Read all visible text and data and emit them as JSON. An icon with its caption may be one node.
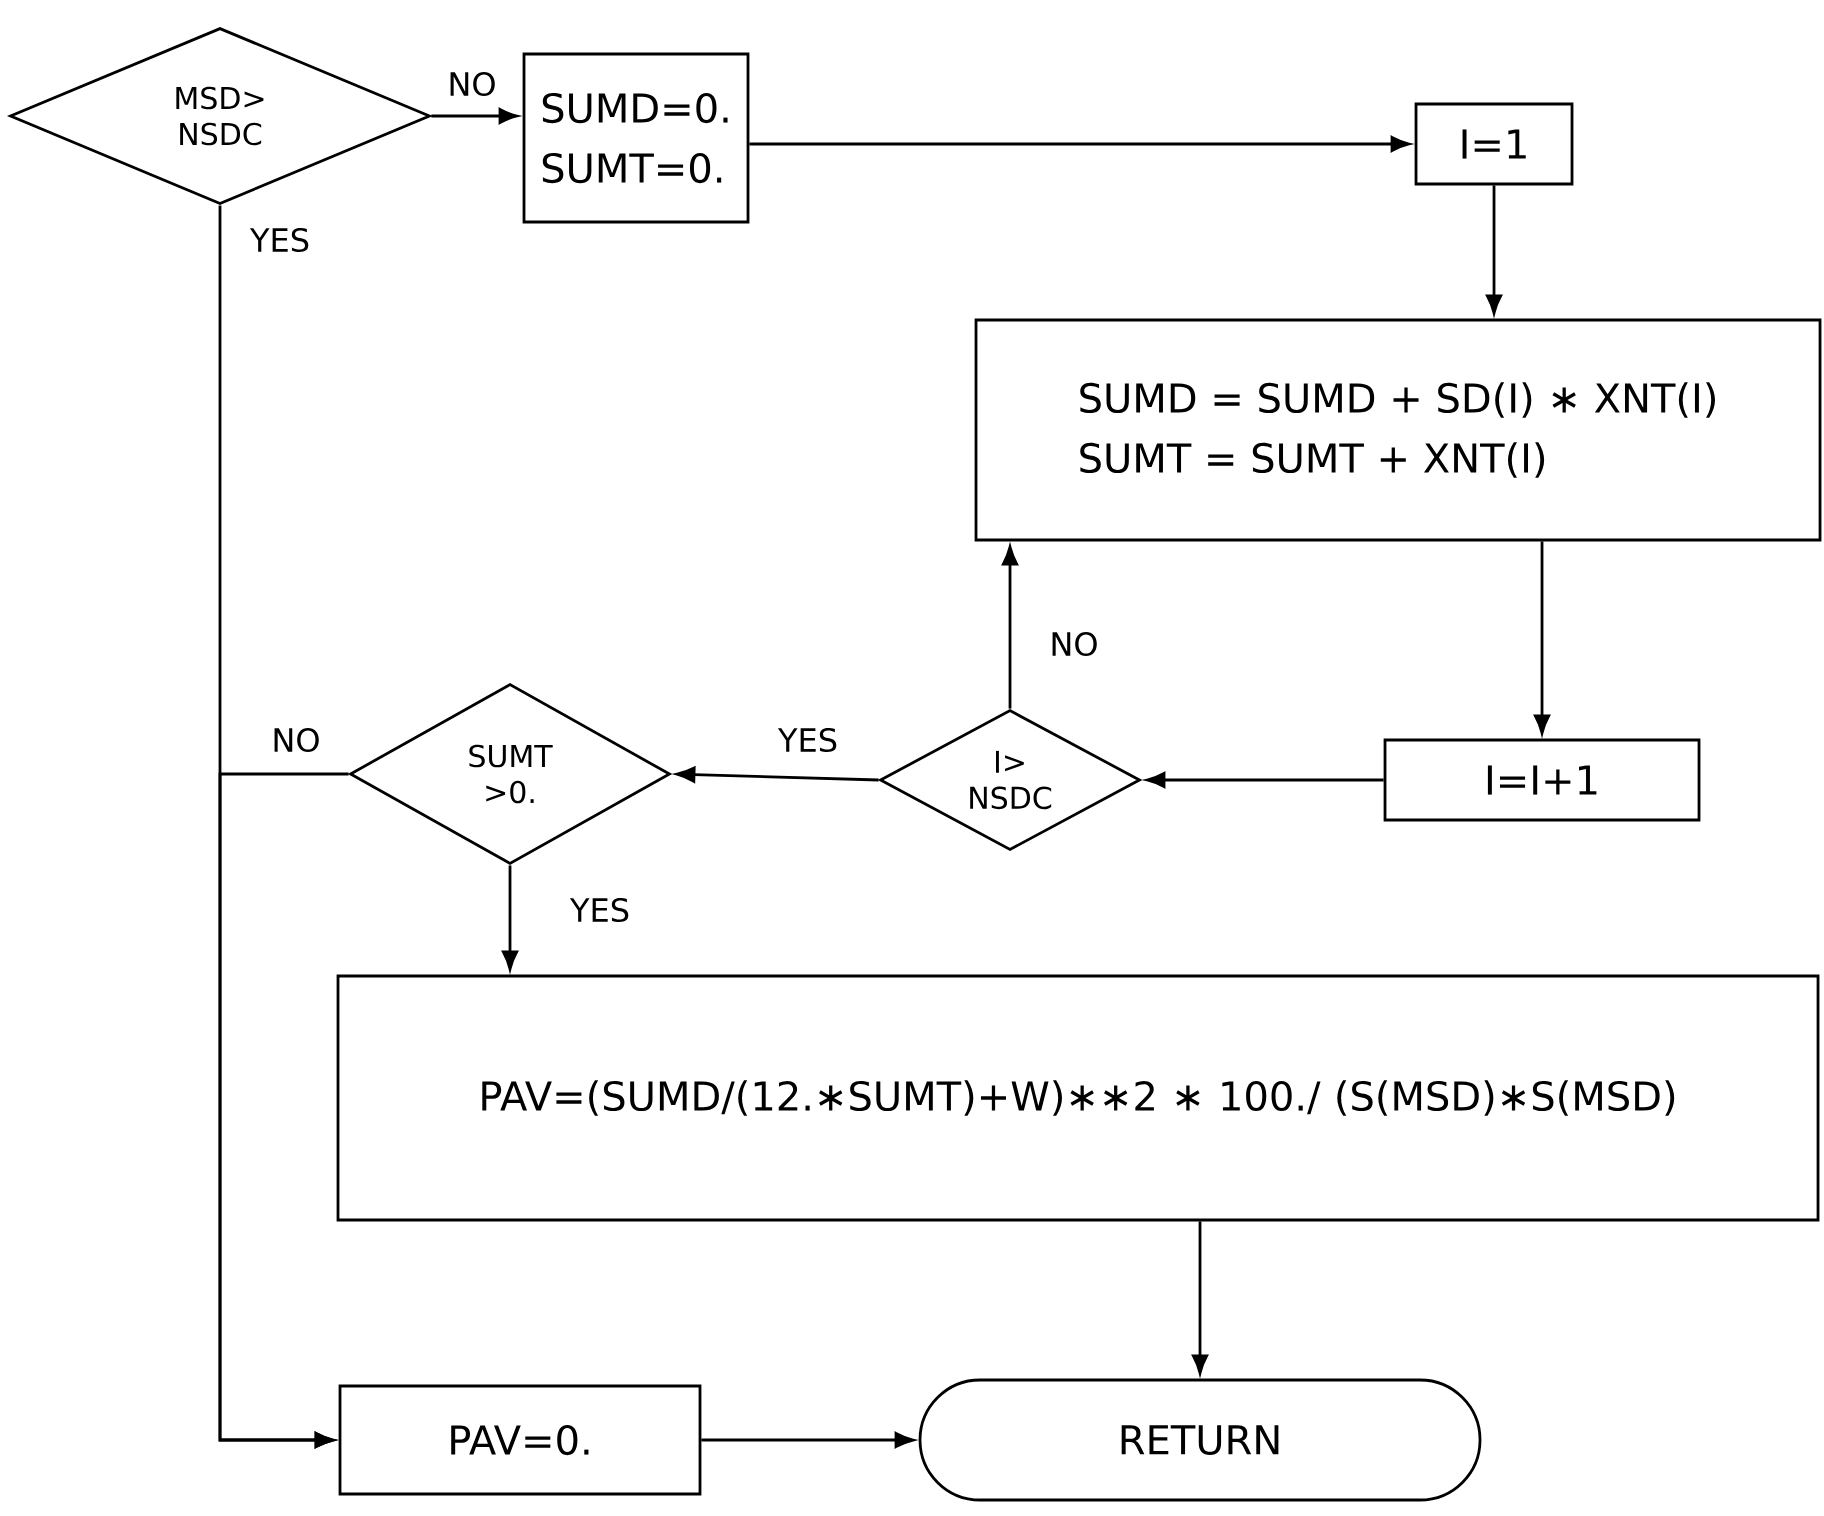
{
  "diagram": {
    "nodes": [
      {
        "text": [
          "MSD> NSDC"
        ]
      },
      {
        "text": [
          "SUMD=0.",
          "SUMT=0."
        ]
      },
      {
        "text": [
          "I=1"
        ]
      },
      {
        "text": [
          "SUMD = SUMD + SD(I) ∗ XNT(I)",
          "SUMT = SUMT + XNT(I)"
        ]
      },
      {
        "text": [
          "I=I+1"
        ]
      },
      {
        "text": [
          "I> NSDC"
        ]
      },
      {
        "text": [
          "SUMT >0."
        ]
      },
      {
        "text": [
          "PAV=(SUMD/(12.∗SUMT)+W)∗∗2 ∗ 100./ (S(MSD)∗S(MSD)"
        ]
      },
      {
        "text": [
          "PAV=0."
        ]
      },
      {
        "text": [
          "RETURN"
        ]
      }
    ],
    "edges": [
      {
        "from": 0,
        "to": 1,
        "arrow": "to",
        "label": "NO"
      },
      {
        "from": 1,
        "to": 2,
        "arrow": "to"
      },
      {
        "from": 2,
        "to": 3,
        "arrow": "to"
      },
      {
        "from": 3,
        "to": 4,
        "arrow": "to"
      },
      {
        "from": 4,
        "to": 5,
        "arrow": "to"
      },
      {
        "from": 5,
        "to": 3,
        "arrow": "to",
        "label": "NO"
      },
      {
        "from": 5,
        "to": 6,
        "arrow": "to",
        "label": "YES"
      },
      {
        "from": 6,
        "to": 8,
        "arrow": "to",
        "label": "NO"
      },
      {
        "from": 6,
        "to": 7,
        "arrow": "to",
        "label": "YES"
      },
      {
        "from": 0,
        "to": 8,
        "arrow": "to",
        "label": "YES"
      },
      {
        "from": 7,
        "to": 9,
        "arrow": "to"
      },
      {
        "from": 8,
        "to": 9,
        "arrow": "to"
      }
    ]
  }
}
